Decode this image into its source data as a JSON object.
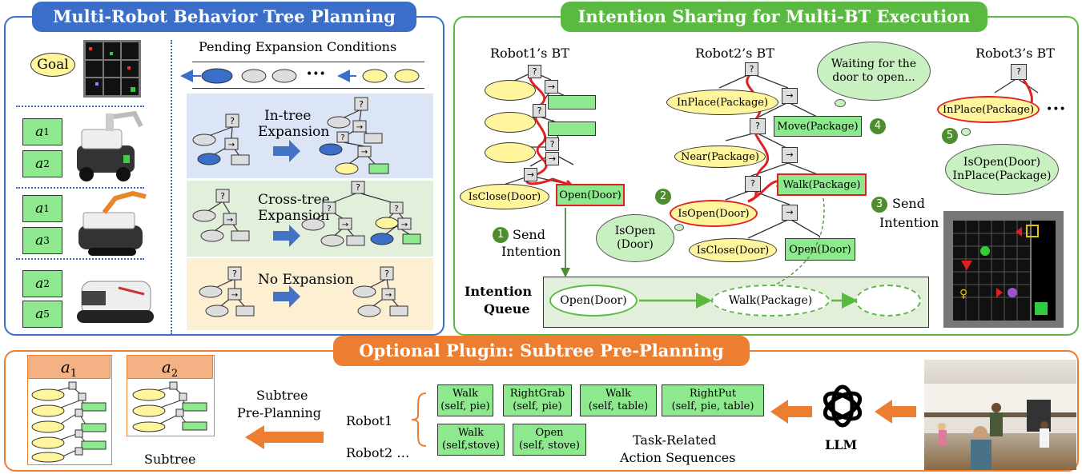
{
  "panels": {
    "left_title": "Multi-Robot Behavior Tree Planning",
    "right_title": "Intention Sharing for Multi-BT Execution",
    "bottom_title": "Optional Plugin: Subtree Pre-Planning"
  },
  "colors": {
    "blue": "#3a6ec8",
    "green": "#59b941",
    "orange": "#ed7d31",
    "node_yellow": "#fff59d",
    "node_green": "#8ee88e",
    "highlight_red": "#e02020"
  },
  "left": {
    "goal": "Goal",
    "pending_label": "Pending Expansion Conditions",
    "ellipsis": "•••",
    "robots": [
      {
        "actions": [
          {
            "sym": "a",
            "sub": "1"
          },
          {
            "sym": "a",
            "sub": "2"
          }
        ]
      },
      {
        "actions": [
          {
            "sym": "a",
            "sub": "1"
          },
          {
            "sym": "a",
            "sub": "3"
          }
        ]
      },
      {
        "actions": [
          {
            "sym": "a",
            "sub": "2"
          },
          {
            "sym": "a",
            "sub": "5"
          }
        ]
      }
    ],
    "expansions": [
      {
        "line1": "In-tree",
        "line2": "Expansion"
      },
      {
        "line1": "Cross-tree",
        "line2": "Expansion"
      },
      {
        "line1": "No Expansion",
        "line2": ""
      }
    ]
  },
  "right": {
    "robot1_bt": "Robot1’s BT",
    "robot2_bt": "Robot2’s BT",
    "robot3_bt": "Robot3’s BT",
    "r1": {
      "cond": "IsClose(Door)",
      "act": "Open(Door)"
    },
    "r2": {
      "c1": "InPlace(Package)",
      "a1": "Move(Package)",
      "c2": "Near(Package)",
      "a2": "Walk(Package)",
      "c3": "IsOpen(Door)",
      "c4": "IsClose(Door)",
      "a3": "Open(Door)"
    },
    "r3": {
      "c1": "InPlace(Package)",
      "ellipsis": "•••"
    },
    "cloud_wait": "Waiting for the door to open...",
    "cloud_isopen_l1": "IsOpen",
    "cloud_isopen_l2": "(Door)",
    "cloud_r3_l1": "IsOpen(Door)",
    "cloud_r3_l2": "InPlace(Package)",
    "send1_l1": "Send",
    "send1_l2": "Intention",
    "send3_l1": "Send",
    "send3_l2": "Intention",
    "steps": [
      "1",
      "2",
      "3",
      "4",
      "5"
    ],
    "queue_label_l1": "Intention",
    "queue_label_l2": "Queue",
    "queue": [
      "Open(Door)",
      "Walk(Package)",
      ""
    ],
    "seq_symbol": "→",
    "fallback_symbol": "?"
  },
  "bottom": {
    "a1": {
      "sym": "a",
      "sub": "1"
    },
    "a2": {
      "sym": "a",
      "sub": "2"
    },
    "subtree_label": "Subtree",
    "preplan_l1": "Subtree",
    "preplan_l2": "Pre-Planning",
    "robot1": "Robot1",
    "robot2": "Robot2 …",
    "row1": [
      {
        "l1": "Walk",
        "l2": "(self, pie)"
      },
      {
        "l1": "RightGrab",
        "l2": "(self, pie)"
      },
      {
        "l1": "Walk",
        "l2": "(self, table)"
      },
      {
        "l1": "RightPut",
        "l2": "(self, pie, table)"
      }
    ],
    "row2": [
      {
        "l1": "Walk",
        "l2": "(self,stove)"
      },
      {
        "l1": "Open",
        "l2": "(self, stove)"
      }
    ],
    "task_l1": "Task-Related",
    "task_l2": "Action Sequences",
    "llm": "LLM"
  }
}
